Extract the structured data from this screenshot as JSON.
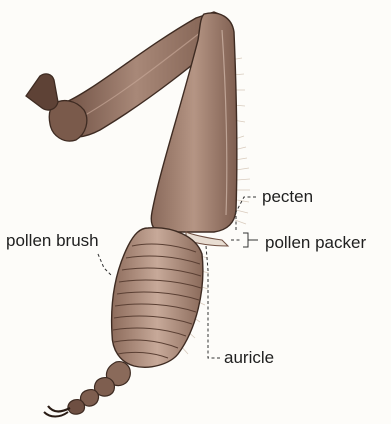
{
  "diagram": {
    "labels": {
      "pecten": "pecten",
      "pollen_packer": "pollen packer",
      "pollen_brush": "pollen brush",
      "auricle": "auricle"
    },
    "colors": {
      "segment_fill": "#9e7b6b",
      "segment_dark": "#6e4f42",
      "segment_light": "#c4a595",
      "outline": "#3e2b22",
      "hair": "#d8cbbd",
      "leader_line": "#333333",
      "background": "#fdfcf9"
    }
  }
}
